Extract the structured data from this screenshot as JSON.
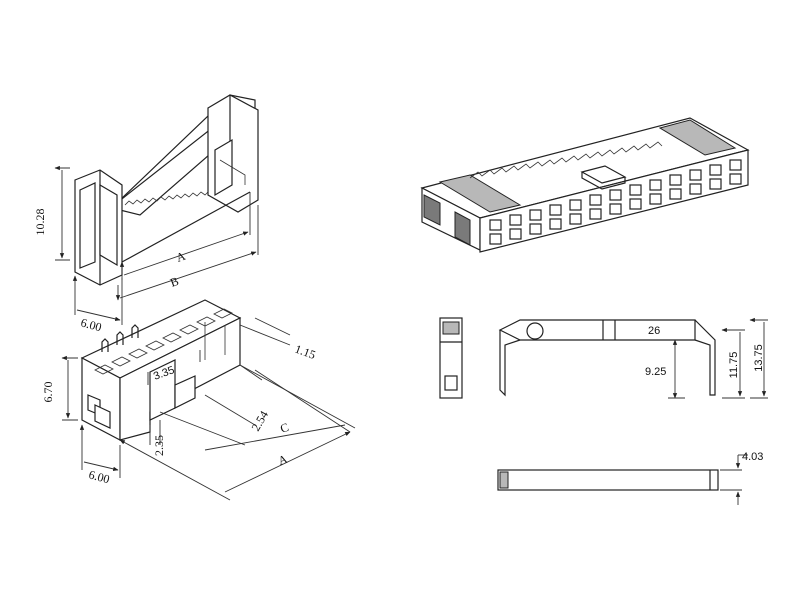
{
  "labels": {
    "top_left_height": "10.28",
    "top_left_a": "A",
    "top_left_b": "B",
    "top_left_width": "6.00",
    "bottom_left_height": "6.70",
    "bottom_left_width": "6.00",
    "bottom_left_pitch_small": "3.35",
    "bottom_left_offset": "1.15",
    "bottom_left_pitch": "2.54",
    "bottom_left_c": "C",
    "bottom_left_a": "A",
    "bottom_left_depth": "2.35",
    "side_pin_count": "26",
    "side_h1": "9.25",
    "side_h2": "11.75",
    "side_h3": "13.75",
    "bottom_thickness": "4.03"
  },
  "colors": {
    "line": "#222222",
    "shade": "#b8b8b8",
    "dark_shade": "#7a7a7a"
  }
}
